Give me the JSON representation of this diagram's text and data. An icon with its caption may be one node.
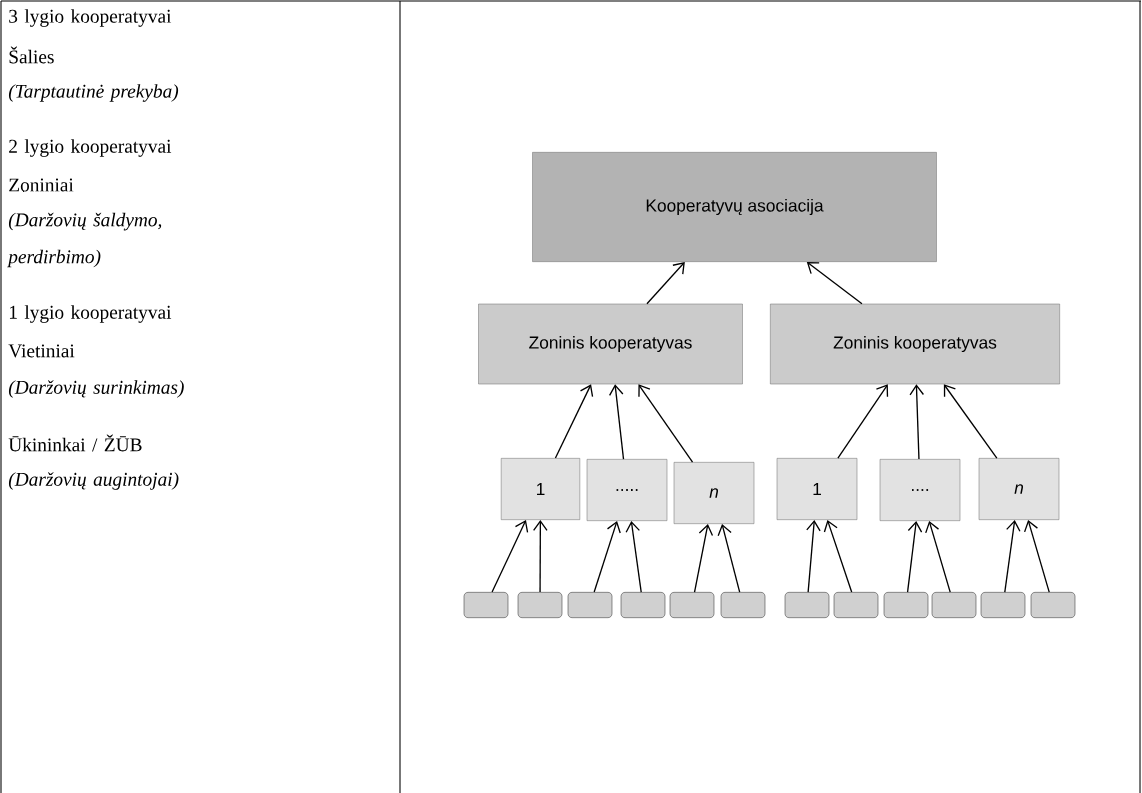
{
  "diagram": {
    "nodes": [
      {
        "text": [
          "Kooperatyvų asociacija"
        ]
      },
      {
        "text": [
          "Zoninis kooperatyvas"
        ]
      },
      {
        "text": [
          "Zoninis kooperatyvas"
        ]
      },
      {
        "text": [
          "1"
        ]
      },
      {
        "text": [
          "....."
        ]
      },
      {
        "text": [
          "n"
        ]
      },
      {
        "text": [
          "1"
        ]
      },
      {
        "text": [
          "...."
        ]
      },
      {
        "text": [
          "n"
        ]
      },
      {
        "text": [],
        "shape": "box"
      },
      {
        "text": [],
        "shape": "box"
      },
      {
        "text": [],
        "shape": "box"
      },
      {
        "text": [],
        "shape": "box"
      },
      {
        "text": [],
        "shape": "box"
      },
      {
        "text": [],
        "shape": "box"
      },
      {
        "text": [],
        "shape": "box"
      },
      {
        "text": [],
        "shape": "box"
      },
      {
        "text": [],
        "shape": "box"
      },
      {
        "text": [],
        "shape": "box"
      },
      {
        "text": [],
        "shape": "box"
      },
      {
        "text": [],
        "shape": "box"
      }
    ],
    "edges": [
      {
        "from": 1,
        "to": 0,
        "arrow": "to"
      },
      {
        "from": 2,
        "to": 0,
        "arrow": "to"
      },
      {
        "from": 3,
        "to": 1,
        "arrow": "to"
      },
      {
        "from": 4,
        "to": 1,
        "arrow": "to"
      },
      {
        "from": 5,
        "to": 1,
        "arrow": "to"
      },
      {
        "from": 6,
        "to": 2,
        "arrow": "to"
      },
      {
        "from": 7,
        "to": 2,
        "arrow": "to"
      },
      {
        "from": 8,
        "to": 2,
        "arrow": "to"
      },
      {
        "from": 9,
        "to": 3,
        "arrow": "to"
      },
      {
        "from": 10,
        "to": 3,
        "arrow": "to"
      },
      {
        "from": 11,
        "to": 4,
        "arrow": "to"
      },
      {
        "from": 12,
        "to": 4,
        "arrow": "to"
      },
      {
        "from": 13,
        "to": 5,
        "arrow": "to"
      },
      {
        "from": 14,
        "to": 5,
        "arrow": "to"
      },
      {
        "from": 15,
        "to": 6,
        "arrow": "to"
      },
      {
        "from": 16,
        "to": 6,
        "arrow": "to"
      },
      {
        "from": 17,
        "to": 7,
        "arrow": "to"
      },
      {
        "from": 18,
        "to": 7,
        "arrow": "to"
      },
      {
        "from": 19,
        "to": 8,
        "arrow": "to"
      },
      {
        "from": 20,
        "to": 8,
        "arrow": "to"
      }
    ],
    "labels": [
      "3 lygio kooperatyvai",
      "Šalies",
      "(Tarptautinė prekyba)",
      "2 lygio kooperatyvai",
      "Zoniniai",
      "(Daržovių šaldymo, perdirbimo)",
      "1 lygio kooperatyvai",
      "Vietiniai",
      "(Daržovių surinkimas)",
      "Ūkininkai / ŽŪB",
      "(Daržovių augintojai)"
    ]
  }
}
